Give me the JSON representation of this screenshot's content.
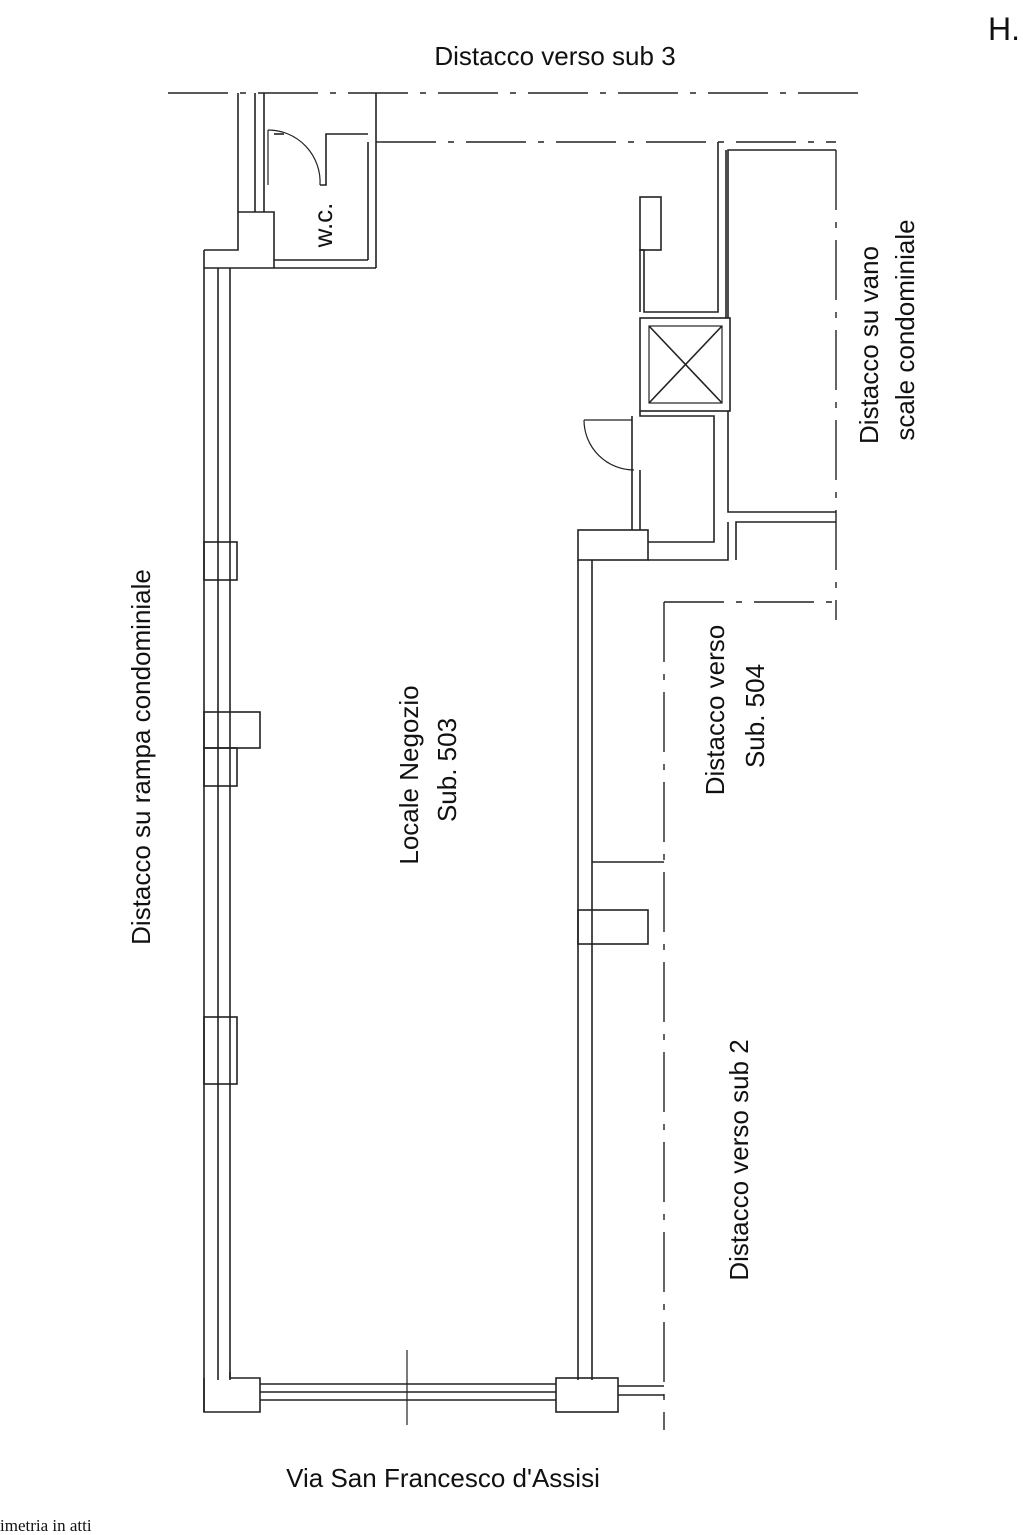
{
  "sheet_mark": "H.",
  "labels": {
    "top": "Distacco verso sub 3",
    "wc": "w.c.",
    "stair_line1": "Distacco su vano",
    "stair_line2": "scale condominiale",
    "left": "Distacco su rampa condominiale",
    "room_line1": "Locale Negozio",
    "room_line2": "Sub. 503",
    "sub504_line1": "Distacco verso",
    "sub504_line2": "Sub. 504",
    "sub2": "Distacco verso sub 2",
    "street": "Via San Francesco d'Assisi",
    "caption": "imetria in atti"
  }
}
